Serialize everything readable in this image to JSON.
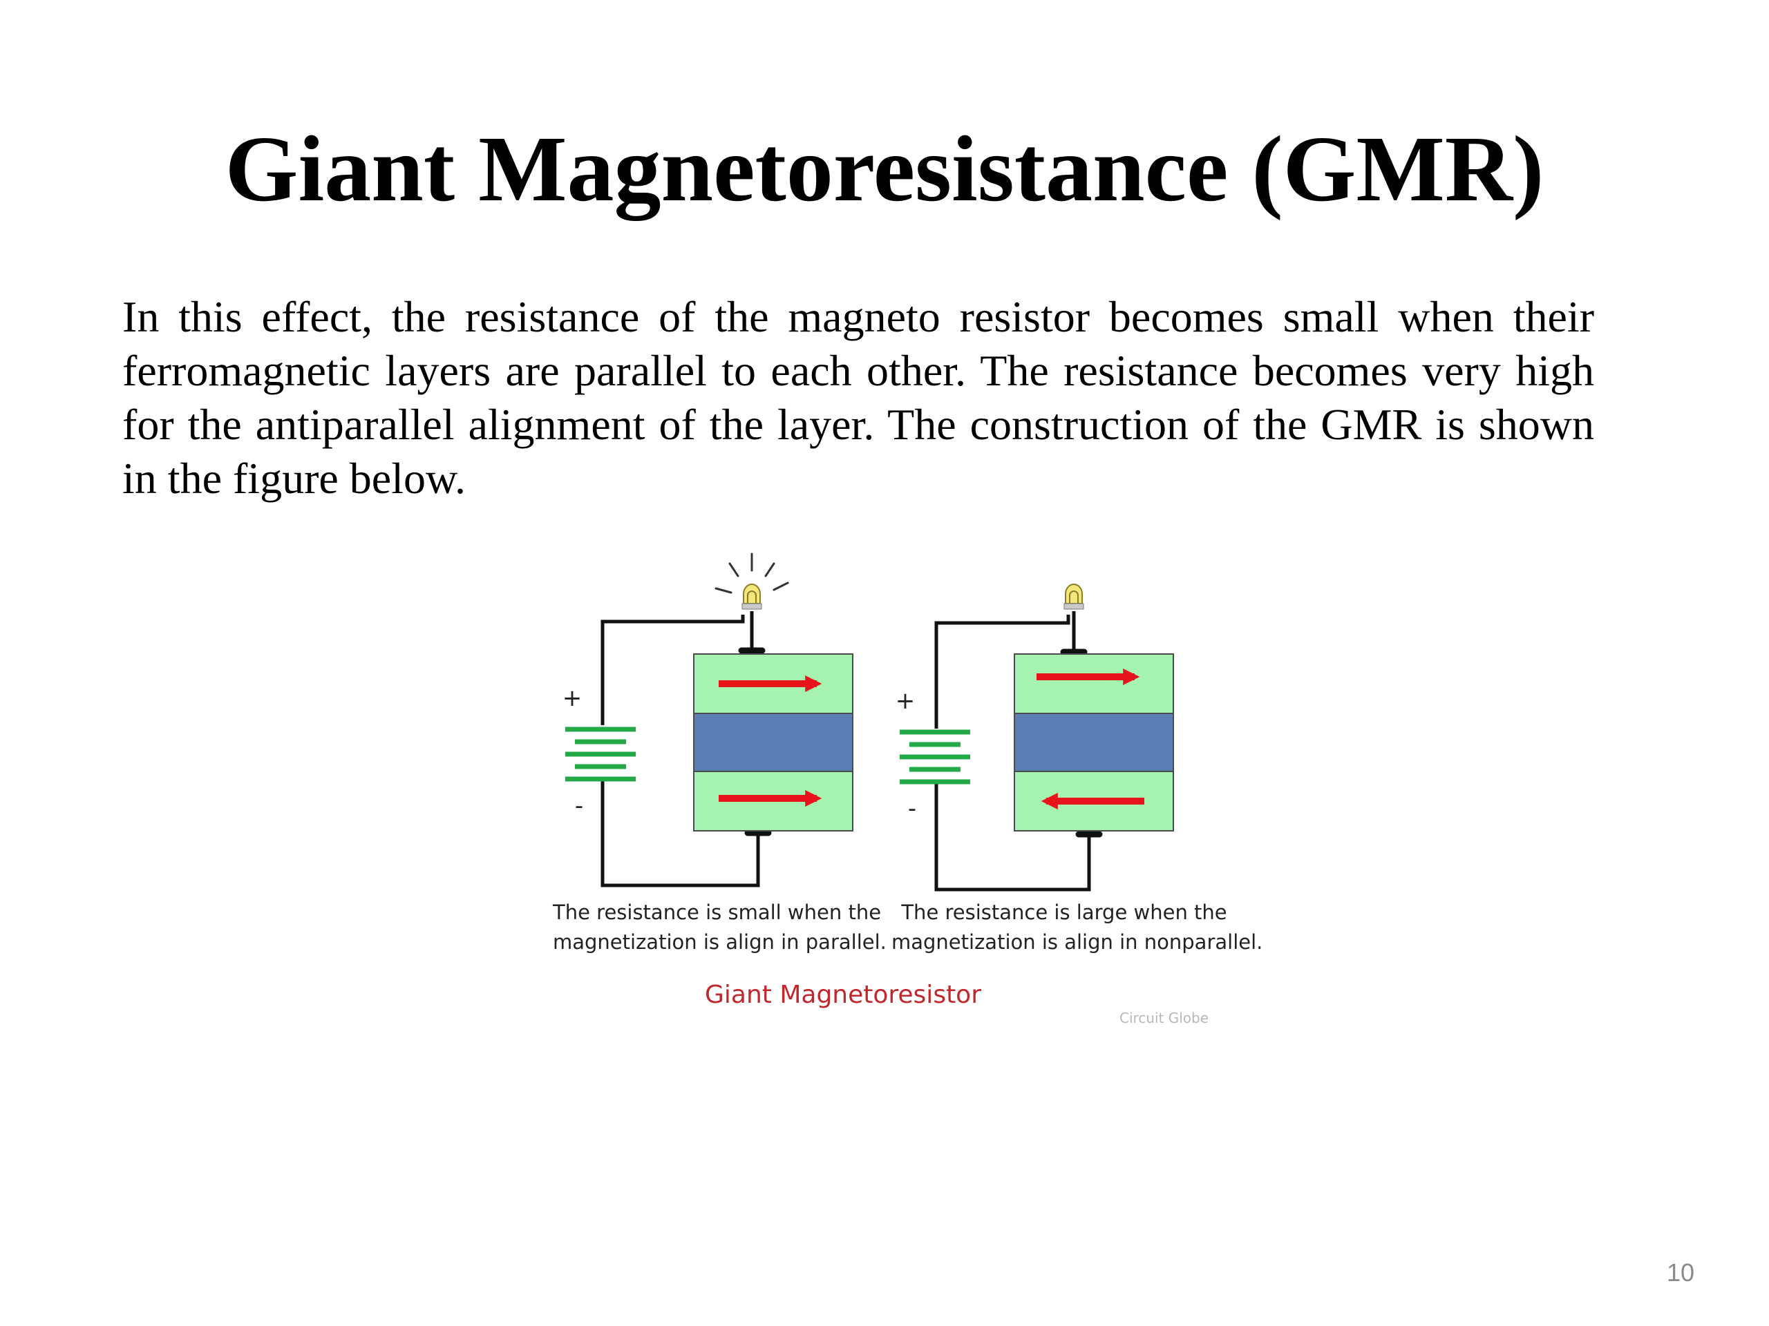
{
  "slide": {
    "title": "Giant Magnetoresistance (GMR)",
    "body": "In this effect, the resistance of the magneto resistor becomes small when their ferromagnetic layers are parallel to each other. The resistance becomes very high for the antiparallel alignment of the layer. The construction of the GMR is shown in the figure below.",
    "page_number": "10"
  },
  "figure": {
    "title": "Giant Magnetoresistor",
    "watermark": "Circuit Globe",
    "left_panel": {
      "battery_plus": "+",
      "battery_minus": "-",
      "caption_line1": "The resistance is small when the",
      "caption_line2": "magnetization is align in parallel.",
      "top_arrow": "right",
      "bottom_arrow": "right",
      "bulb_lit": true
    },
    "right_panel": {
      "battery_plus": "+",
      "battery_minus": "-",
      "caption_line1": "The resistance is large when the",
      "caption_line2": "magnetization is align in nonparallel.",
      "top_arrow": "right",
      "bottom_arrow": "left",
      "bulb_lit": false
    },
    "colors": {
      "ferromagnetic_layer": "#a6f2b0",
      "spacer_layer": "#5b7fb5",
      "arrow": "#e8141b",
      "battery": "#23a948",
      "wire": "#111111",
      "bulb": "#f3e77a"
    }
  }
}
